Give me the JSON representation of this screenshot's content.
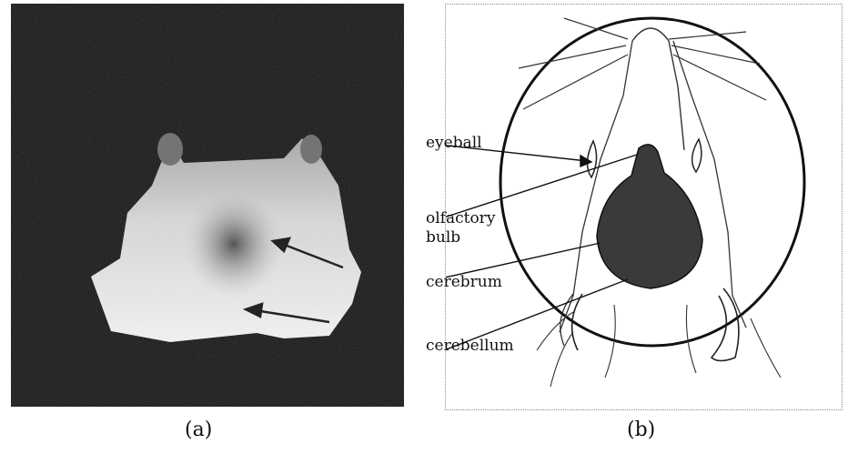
{
  "figure": {
    "panel_a": {
      "caption": "(a)"
    },
    "panel_b": {
      "caption": "(b)"
    },
    "labels": {
      "eyeball": "eyeball",
      "olfactory_line1": "olfactory",
      "olfactory_line2": "bulb",
      "cerebrum": "cerebrum",
      "cerebellum": "cerebellum"
    }
  },
  "colors": {
    "background": "#ffffff",
    "mri_background": "#161616",
    "brain_region": "#e8e8e8",
    "brain_fill_drawing": "#3a3a3a",
    "line": "#111111"
  }
}
